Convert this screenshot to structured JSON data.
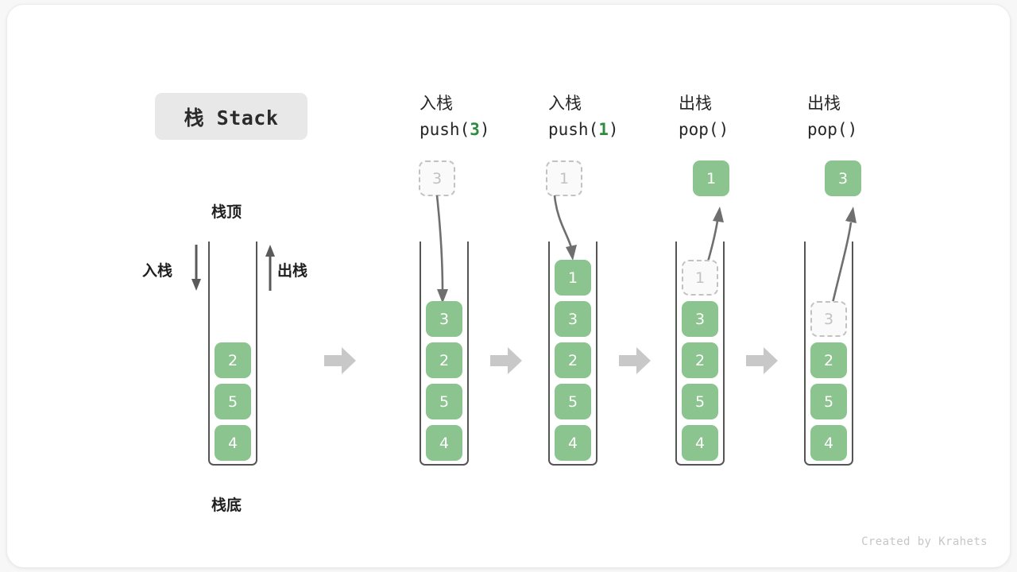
{
  "title": {
    "text": "栈 Stack"
  },
  "labels": {
    "top": "栈顶",
    "bottom": "栈底",
    "push_dir": "入栈",
    "pop_dir": "出栈"
  },
  "footer": {
    "text": "Created by Krahets"
  },
  "colors": {
    "cell_fill": "#8bc48e",
    "cell_text": "#ffffff",
    "ghost_border": "#c2c2c2",
    "ghost_text": "#c2c2c2",
    "container_border": "#555555",
    "step_arrow": "#c8c8c8",
    "motion_arrow": "#6f6f6f",
    "highlight": "#2f8b3e",
    "badge_bg": "#e8e8e8"
  },
  "columns": [
    {
      "id": "initial",
      "heading_cn": "",
      "heading_code": "",
      "stack": [
        "2",
        "5",
        "4"
      ],
      "ghost_in_stack": null,
      "ghost_above": null,
      "popped_above": null
    },
    {
      "id": "push-3",
      "heading_cn": "入栈",
      "heading_code_pre": "push(",
      "heading_code_arg": "3",
      "heading_code_post": ")",
      "stack": [
        "3",
        "2",
        "5",
        "4"
      ],
      "ghost_above": "3",
      "ghost_in_stack": null,
      "popped_above": null
    },
    {
      "id": "push-1",
      "heading_cn": "入栈",
      "heading_code_pre": "push(",
      "heading_code_arg": "1",
      "heading_code_post": ")",
      "stack": [
        "1",
        "3",
        "2",
        "5",
        "4"
      ],
      "ghost_above": "1",
      "ghost_in_stack": null,
      "popped_above": null
    },
    {
      "id": "pop-1",
      "heading_cn": "出栈",
      "heading_code_pre": "pop(",
      "heading_code_arg": "",
      "heading_code_post": ")",
      "stack": [
        "3",
        "2",
        "5",
        "4"
      ],
      "ghost_in_stack": "1",
      "ghost_above": null,
      "popped_above": "1"
    },
    {
      "id": "pop-3",
      "heading_cn": "出栈",
      "heading_code_pre": "pop(",
      "heading_code_arg": "",
      "heading_code_post": ")",
      "stack": [
        "2",
        "5",
        "4"
      ],
      "ghost_in_stack": "3",
      "ghost_above": null,
      "popped_above": "3"
    }
  ]
}
